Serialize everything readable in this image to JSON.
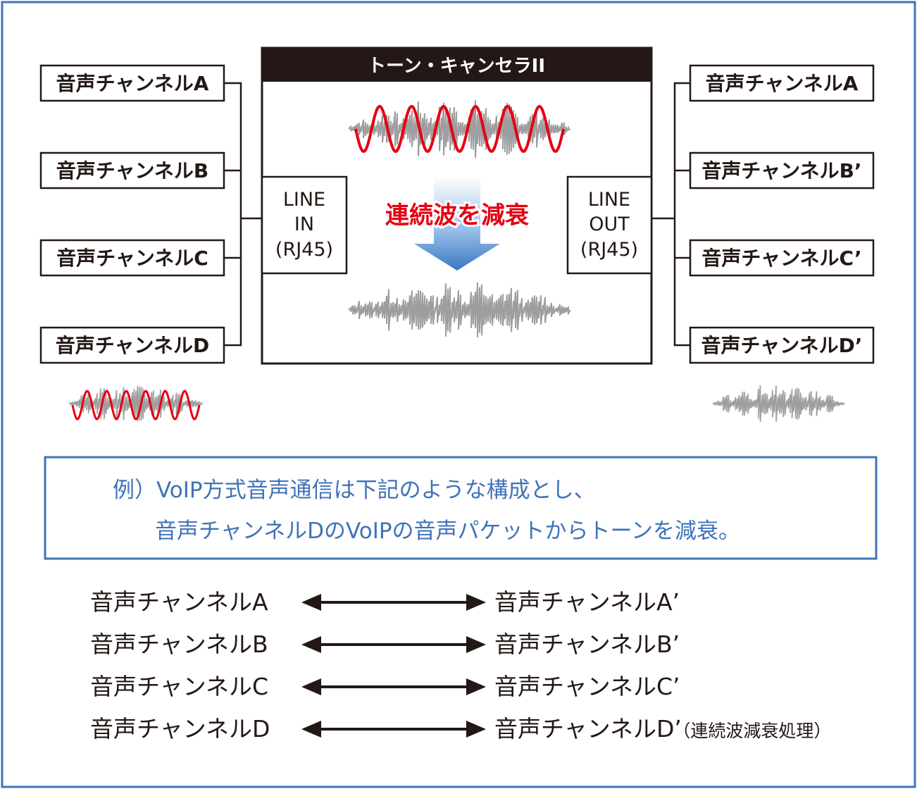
{
  "device": {
    "title": "トーン・キャンセラII",
    "line_in": [
      "LINE",
      "IN",
      "(RJ45)"
    ],
    "line_out": [
      "LINE",
      "OUT",
      "(RJ45)"
    ],
    "attenuate_label": "連続波を減衰"
  },
  "inputs": [
    "音声チャンネルA",
    "音声チャンネルB",
    "音声チャンネルC",
    "音声チャンネルD"
  ],
  "outputs": [
    "音声チャンネルA",
    "音声チャンネルB’",
    "音声チャンネルC’",
    "音声チャンネルD’"
  ],
  "example": {
    "line1": "例）VoIP方式音声通信は下記のような構成とし、",
    "line2": "音声チャンネルDのVoIPの音声パケットからトーンを減衰。"
  },
  "mapping": [
    {
      "from": "音声チャンネルA",
      "to": "音声チャンネルA’",
      "note": ""
    },
    {
      "from": "音声チャンネルB",
      "to": "音声チャンネルB’",
      "note": ""
    },
    {
      "from": "音声チャンネルC",
      "to": "音声チャンネルC’",
      "note": ""
    },
    {
      "from": "音声チャンネルD",
      "to": "音声チャンネルD’",
      "note": "（連続波減衰処理）"
    }
  ],
  "colors": {
    "frame": "#3f73b8",
    "dark": "#231815",
    "wave_red": "#e60012",
    "noise_gray": "#9e9e9e",
    "accent_red": "#e60012",
    "note_blue": "#3f73b8"
  }
}
